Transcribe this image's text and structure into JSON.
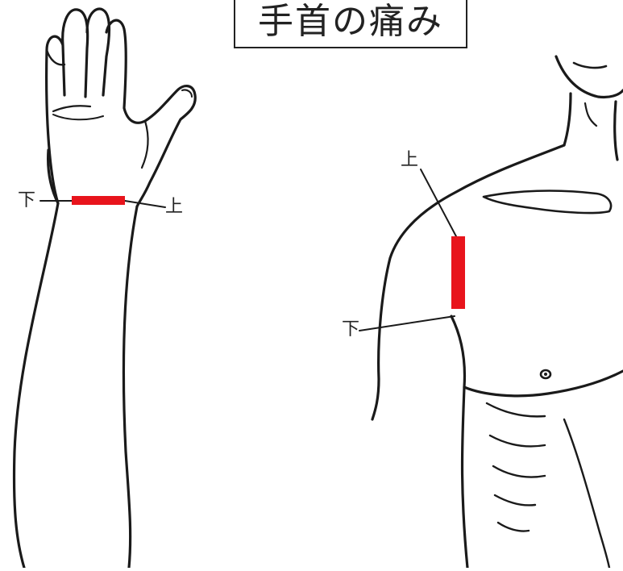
{
  "title": "手首の痛み",
  "wrist_labels": {
    "left": "下",
    "right": "上"
  },
  "shoulder_labels": {
    "top": "上",
    "bottom": "下"
  },
  "colors": {
    "ink": "#1a1a1a",
    "tape": "#e8141c",
    "background": "#ffffff"
  }
}
